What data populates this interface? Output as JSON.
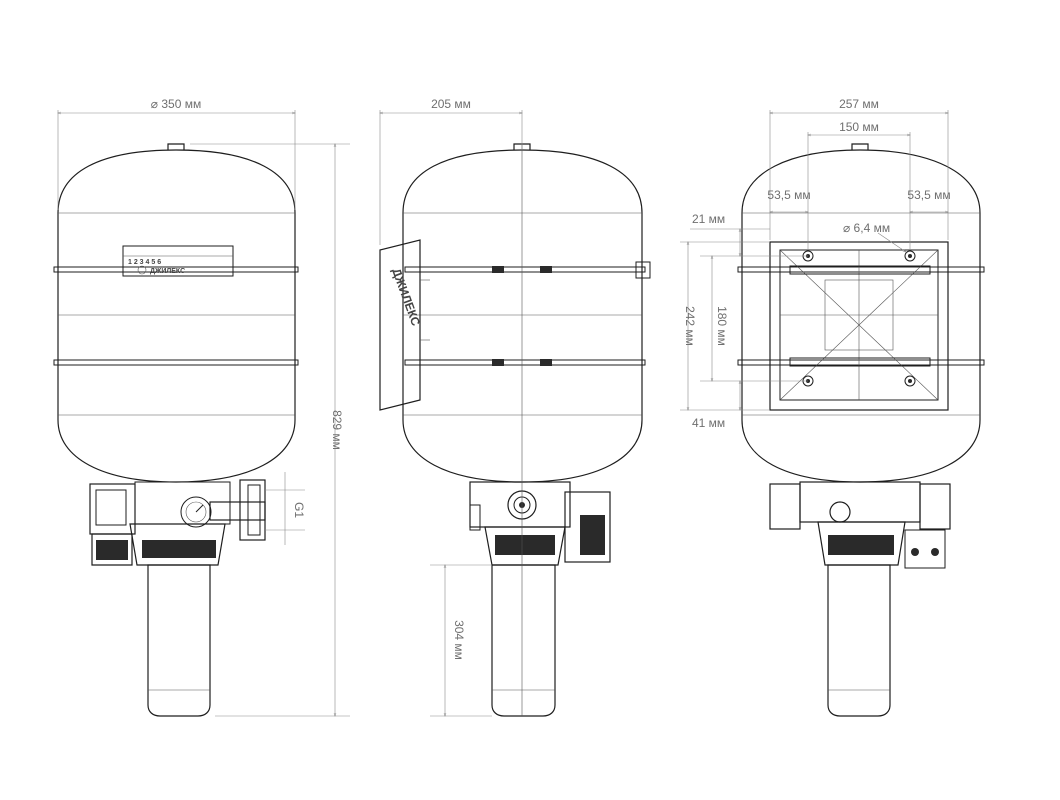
{
  "dimensions": {
    "front_diameter": "⌀ 350 мм",
    "total_height": "829 мм",
    "thread": "G1",
    "side_depth": "205 мм",
    "filter_height": "304 мм",
    "back_width": "257 мм",
    "bracket_spacing": "150 мм",
    "left_offset": "53,5 мм",
    "right_offset": "53,5 мм",
    "hole_diameter": "⌀ 6,4 мм",
    "top_offset": "21 мм",
    "bracket_height": "242 мм",
    "hole_spacing": "180 мм",
    "bottom_offset": "41 мм"
  },
  "brand": {
    "name": "ДЖИЛЕКС",
    "panel_top": "1 2 3 4 5 6"
  }
}
